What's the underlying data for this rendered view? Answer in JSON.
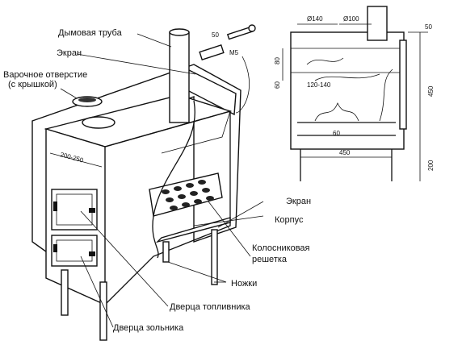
{
  "labels": {
    "chimney": "Дымовая труба",
    "screen_top": "Экран",
    "cooking_hole_1": "Варочное отверстие",
    "cooking_hole_2": "(с крышкой)",
    "screen_right": "Экран",
    "body": "Корпус",
    "grate_1": "Колосниковая",
    "grate_2": "решетка",
    "legs": "Ножки",
    "fuel_door": "Дверца топливника",
    "ash_door": "Дверца зольника"
  },
  "dimensions": {
    "front_width": "200-250",
    "bolt_length": "50",
    "bolt_size": "M5",
    "d140": "Ø140",
    "d100": "Ø100",
    "gap_50": "50",
    "left_80": "80",
    "left_60": "60",
    "inner_120_140": "120-140",
    "height_450": "450",
    "bottom_60": "60",
    "length_450": "450",
    "leg_200": "200"
  },
  "colors": {
    "line": "#111111",
    "background": "#ffffff"
  }
}
